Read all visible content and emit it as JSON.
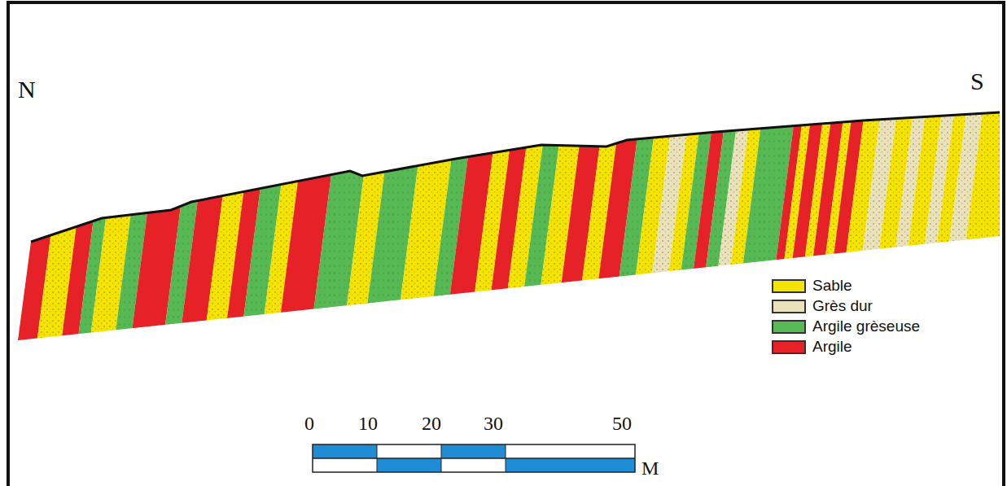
{
  "diagram": {
    "labels": [
      "N",
      "S",
      "0",
      "10",
      "20",
      "30",
      "50",
      "M"
    ],
    "legend": [
      {
        "text": "Sable",
        "color": "#f5e400"
      },
      {
        "text": "Grès dur",
        "color": "#e9e2bd"
      },
      {
        "text": "Argile grèseuse",
        "color": "#56b953"
      },
      {
        "text": "Argile",
        "color": "#e62128"
      }
    ]
  }
}
